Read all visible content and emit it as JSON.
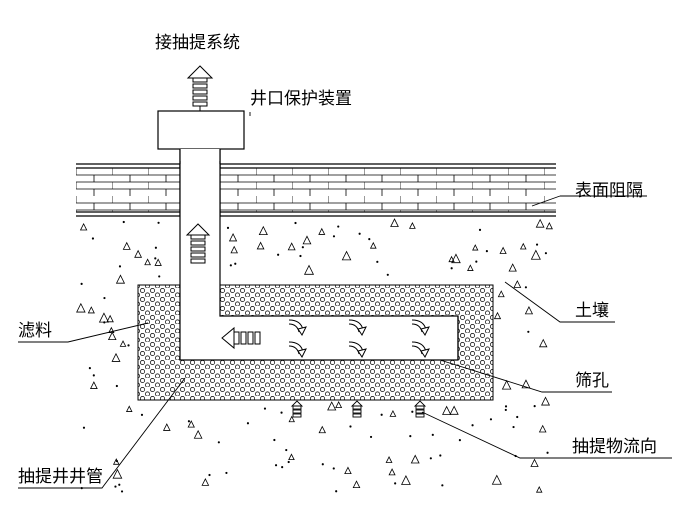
{
  "labels": {
    "extraction_system": "接抽提系统",
    "wellhead_protection": "井口保护装置",
    "surface_barrier": "表面阻隔",
    "soil": "土壤",
    "filter_material": "滤料",
    "screen_holes": "筛孔",
    "flow_direction": "抽提物流向",
    "well_pipe": "抽提井井管"
  }
}
